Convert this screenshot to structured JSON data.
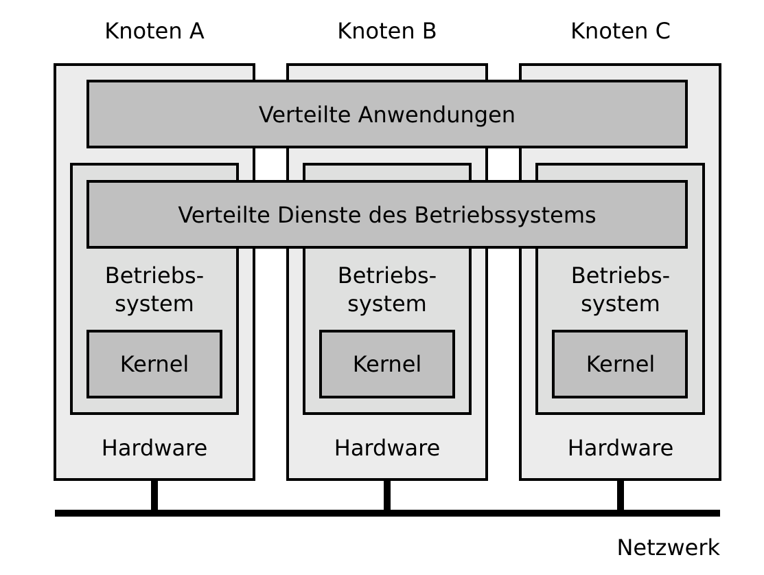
{
  "colors": {
    "hardware_fill": "#ececec",
    "os_fill": "#dfe0df",
    "layer_fill": "#c0c0c0",
    "kernel_fill": "#c0c0c0",
    "stroke": "#000000",
    "network_line": "#000000"
  },
  "nodes": [
    {
      "title": "Knoten A",
      "os_line1": "Betriebs-",
      "os_line2": "system",
      "kernel": "Kernel",
      "hardware": "Hardware"
    },
    {
      "title": "Knoten B",
      "os_line1": "Betriebs-",
      "os_line2": "system",
      "kernel": "Kernel",
      "hardware": "Hardware"
    },
    {
      "title": "Knoten C",
      "os_line1": "Betriebs-",
      "os_line2": "system",
      "kernel": "Kernel",
      "hardware": "Hardware"
    }
  ],
  "layers": {
    "applications": "Verteilte Anwendungen",
    "os_services": "Verteilte Dienste des Betriebssystems"
  },
  "network": {
    "label": "Netzwerk"
  }
}
